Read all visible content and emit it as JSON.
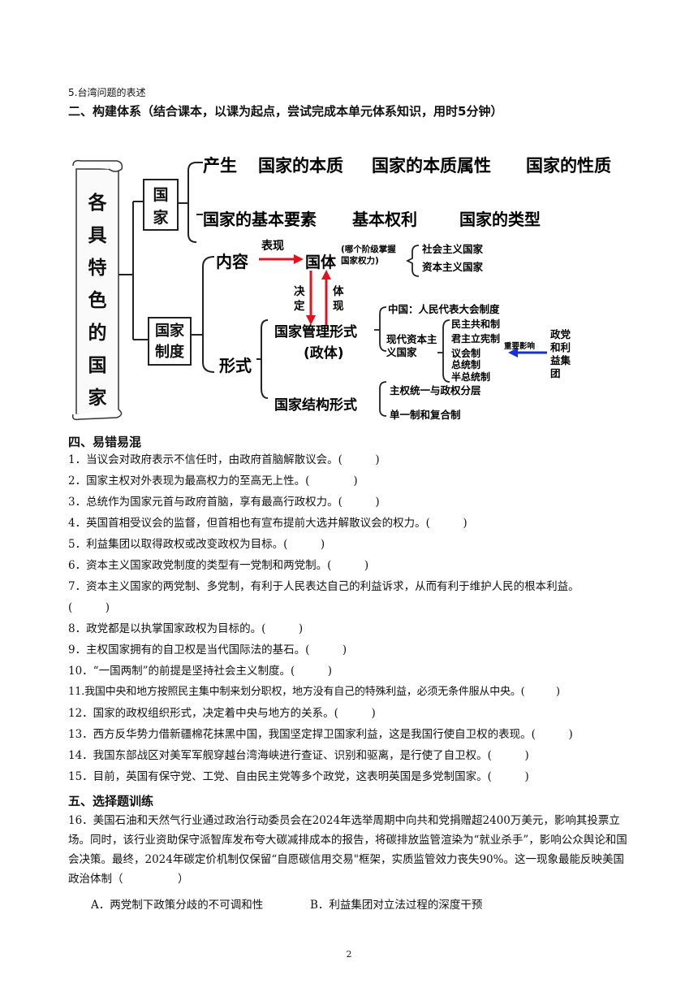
{
  "header_item": "5.台湾问题的表述",
  "section2_title": "二、构建体系（结合课本，以课为起点，尝试完成本单元体系知识，用时5分钟）",
  "diagram": {
    "scroll_chars": [
      "各",
      "具",
      "特",
      "色",
      "的",
      "国",
      "家"
    ],
    "guojia": {
      "label": "国家",
      "row1": [
        "产生",
        "国家的本质",
        "国家的本质属性",
        "国家的性质"
      ],
      "row2": [
        "国家的基本要素",
        "基本权利",
        "国家的类型"
      ]
    },
    "zhidu": {
      "label": "国家制度",
      "neirong": "内容",
      "biaoxian": "表现",
      "guoti": "国体",
      "guoti_note": "(哪个阶级掌握国家权力)",
      "guoti_types": [
        "社会主义国家",
        "资本主义国家"
      ],
      "jueding": "决定",
      "tixian": "体现",
      "xingshi": "形式",
      "guanli_line1": "国家管理形式",
      "guanli_line2": "(政体)",
      "china": "中国：人民代表大会制度",
      "modern_cap": "现代资本主义国家",
      "forms": [
        "民主共和制",
        "君主立宪制",
        "议会制",
        "总统制",
        "半总统制"
      ],
      "influence": "重要影响",
      "party": "政党和利益集团",
      "jiegou": "国家结构形式",
      "jiegou_items": [
        "主权统一与政权分层",
        "单一制和复合制"
      ]
    }
  },
  "section4_title": "四、易错易混",
  "errors": [
    "1．当议会对政府表示不信任时，由政府首脑解散议会。(　　　)",
    "2．国家主权对外表现为最高权力的至高无上性。(　　　　)",
    "3．总统作为国家元首与政府首脑，享有最高行政权力。(　　　)",
    "4．英国首相受议会的监督，但首相也有宣布提前大选并解散议会的权力。(　　　)",
    "5．利益集团以取得政权或改变政权为目标。(　　　)",
    "6．资本主义国家政党制度的类型有一党制和两党制。(　　　)",
    "7．资本主义国家的两党制、多党制，有利于人民表达自己的利益诉求，从而有利于维护人民的根本利益。",
    "(　　　)",
    "8．政党都是以执掌国家政权为目标的。(　　　)",
    "9．主权国家拥有的自卫权是当代国际法的基石。(　　　)",
    "10．“一国两制”的前提是坚持社会主义制度。(　　　)",
    "11.我国中央和地方按照民主集中制来划分职权，地方没有自己的特殊利益，必须无条件服从中央。(　　　)",
    "12．国家的政权组织形式，决定着中央与地方的关系。(　　　)",
    "13．西方反华势力借新疆棉花抹黑中国，我国坚定捍卫国家利益，这是我国行使自卫权的表现。(　　　)",
    "14．我国东部战区对美军军舰穿越台湾海峡进行查证、识别和驱离，是行使了自卫权。(　　　)",
    "15．目前，英国有保守党、工党、自由民主党等多个政党，这表明英国是多党制国家。(　　　)"
  ],
  "section5_title": "五、选择题训练",
  "q16_text": "16．美国石油和天然气行业通过政治行动委员会在2024年选举周期中向共和党捐赠超2400万美元，影响其投票立场。同时，该行业资助保守派智库发布夸大碳减排成本的报告，将碳排放监管渲染为“就业杀手”，影响公众舆论和国会决策。最终，2024年碳定价机制仅保留“自愿碳信用交易\"框架，实质监管效力丧失90%。这一现象最能反映美国政治体制（　　　　　）",
  "options": [
    "A．两党制下政策分歧的不可调和性",
    "B．利益集团对立法过程的深度干预"
  ],
  "page_number": "2"
}
